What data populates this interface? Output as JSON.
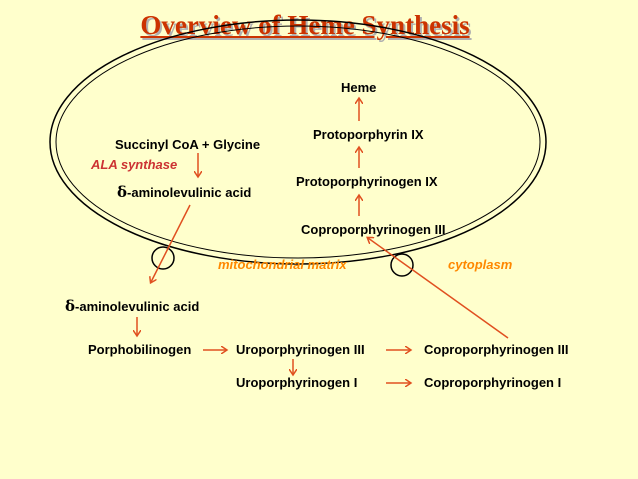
{
  "title": "Overview of Heme Synthesis",
  "mito": {
    "heme": "Heme",
    "protoporphyrin": "Protoporphyrin IX",
    "succinyl": "Succinyl CoA + Glycine",
    "enzyme": "ALA synthase",
    "protoporphyrinogen": "Protoporphyrinogen IX",
    "ala_delta": "δ",
    "ala_rest": "-aminolevulinic acid",
    "coproporphyrinogen3": "Coproporphyrinogen III"
  },
  "compartments": {
    "matrix": "mitochondrial matrix",
    "cytoplasm": "cytoplasm"
  },
  "cyto": {
    "ala_delta": "δ",
    "ala_rest": "-aminolevulinic acid",
    "porphobilinogen": "Porphobilinogen",
    "uro3": "Uroporphyrinogen III",
    "copro3": "Coproporphyrinogen III",
    "uro1": "Uroporphyrinogen I",
    "copro1": "Coproporphyrinogen I"
  },
  "colors": {
    "background": "#ffffcc",
    "title": "#cc3300",
    "arrow": "#e05020",
    "compartment_label": "#ff8800",
    "enzyme_label": "#cc3333"
  }
}
